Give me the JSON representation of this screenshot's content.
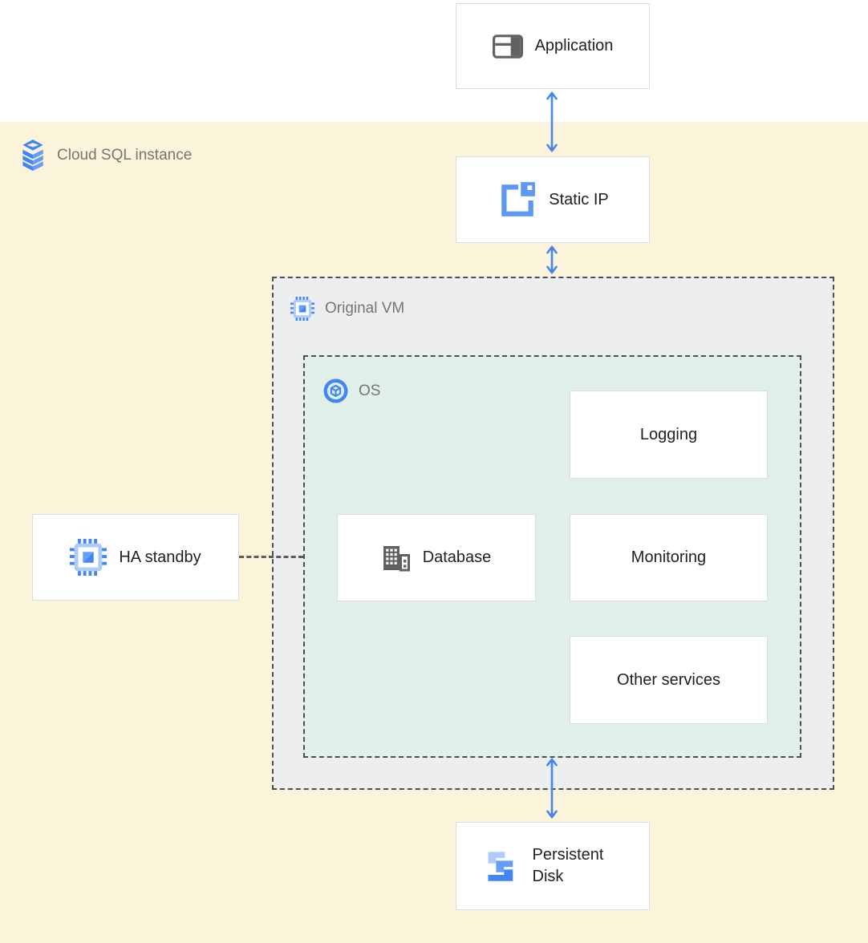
{
  "diagram": {
    "regions": {
      "cloud_sql": {
        "label": "Cloud SQL instance"
      },
      "original_vm": {
        "label": "Original VM"
      },
      "os": {
        "label": "OS"
      }
    },
    "nodes": {
      "application": "Application",
      "static_ip": "Static IP",
      "ha_standby": "HA standby",
      "database": "Database",
      "logging": "Logging",
      "monitoring": "Monitoring",
      "other_services": "Other services",
      "persistent_disk": "Persistent Disk"
    },
    "colors": {
      "region_yellow": "#fcf4da",
      "vm_gray": "#eceef0",
      "os_green": "#e0f0e8",
      "arrow_blue": "#4285f4",
      "blue_light": "#669df6",
      "blue_pale": "#aecbfa",
      "icon_gray": "#616161",
      "label_gray": "#757575",
      "node_border": "#dadce0",
      "dashed_border": "#4c4f52",
      "text_dark": "#212121"
    },
    "icons": {
      "application": "application-window-icon",
      "cloud_sql": "cloud-sql-stack-icon",
      "static_ip": "external-ip-icon",
      "compute_engine": "compute-engine-chip-icon",
      "os": "os-cube-icon",
      "database": "database-building-icon",
      "persistent_disk": "persistent-disk-icon"
    }
  }
}
